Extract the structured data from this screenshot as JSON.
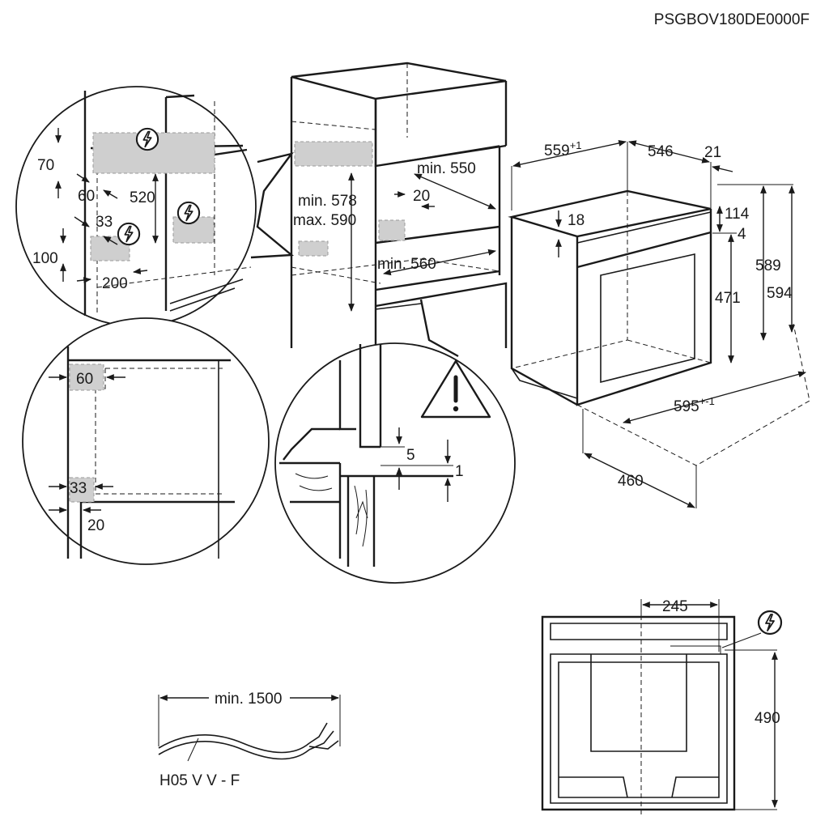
{
  "model_code": "PSGBOV180DE0000F",
  "cabinet": {
    "min_550": "min. 550",
    "gap_20": "20",
    "min_578": "min. 578",
    "max_590": "max. 590",
    "min_560": "min. 560"
  },
  "oven": {
    "w_559": "559",
    "w_559_sup": "+1",
    "w_546": "546",
    "w_21": "21",
    "h_18": "18",
    "h_114": "114",
    "h_4": "4",
    "h_589": "589",
    "h_594": "594",
    "h_471": "471",
    "w_595": "595",
    "w_595_sup": "+-1",
    "d_460": "460"
  },
  "detail_top": {
    "d70": "70",
    "d60": "60",
    "d520": "520",
    "d33": "33",
    "d100": "100",
    "d200": "200"
  },
  "detail_left": {
    "d60": "60",
    "d33": "33",
    "d20": "20"
  },
  "detail_bottom": {
    "d5": "5",
    "d1": "1"
  },
  "rear_view": {
    "d245": "245",
    "d490": "490"
  },
  "cable": {
    "length": "min. 1500",
    "type": "H05 V V - F"
  },
  "icons": [
    "electric-connection-icon",
    "warning-triangle-icon"
  ]
}
